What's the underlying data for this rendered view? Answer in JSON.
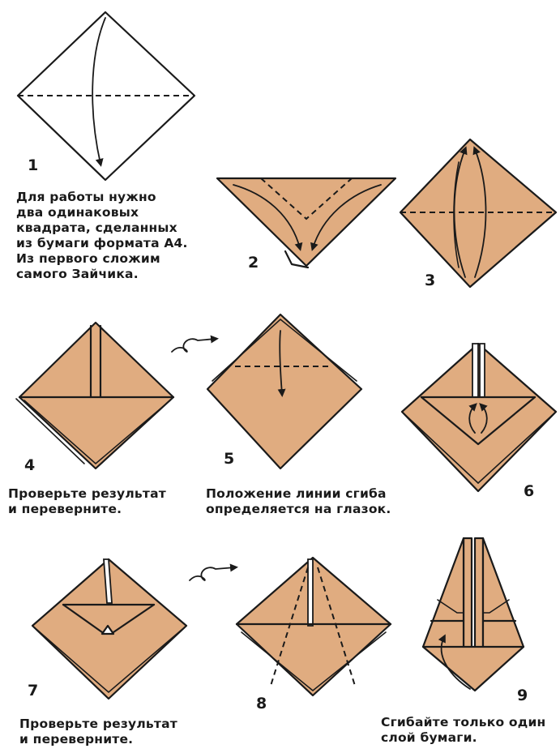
{
  "steps": [
    {
      "number": "1",
      "caption": [
        "Для работы нужно",
        "два одинаковых",
        "квадрата, сделанных",
        "из бумаги формата А4.",
        "Из первого сложим",
        "самого Зайчика."
      ]
    },
    {
      "number": "2",
      "caption": []
    },
    {
      "number": "3",
      "caption": []
    },
    {
      "number": "4",
      "caption": [
        "Проверьте результат",
        "и переверните."
      ]
    },
    {
      "number": "5",
      "caption": [
        "Положение линии сгиба",
        "определяется на глазок."
      ]
    },
    {
      "number": "6",
      "caption": []
    },
    {
      "number": "7",
      "caption": [
        "Проверьте результат",
        "и переверните."
      ]
    },
    {
      "number": "8",
      "caption": []
    },
    {
      "number": "9",
      "caption": [
        "Сгибайте только один",
        "слой бумаги."
      ]
    }
  ],
  "colors": {
    "paper": "#e0ac80",
    "line": "#1a1a1a",
    "background": "#ffffff"
  },
  "icons": [
    "turn-over-icon"
  ]
}
